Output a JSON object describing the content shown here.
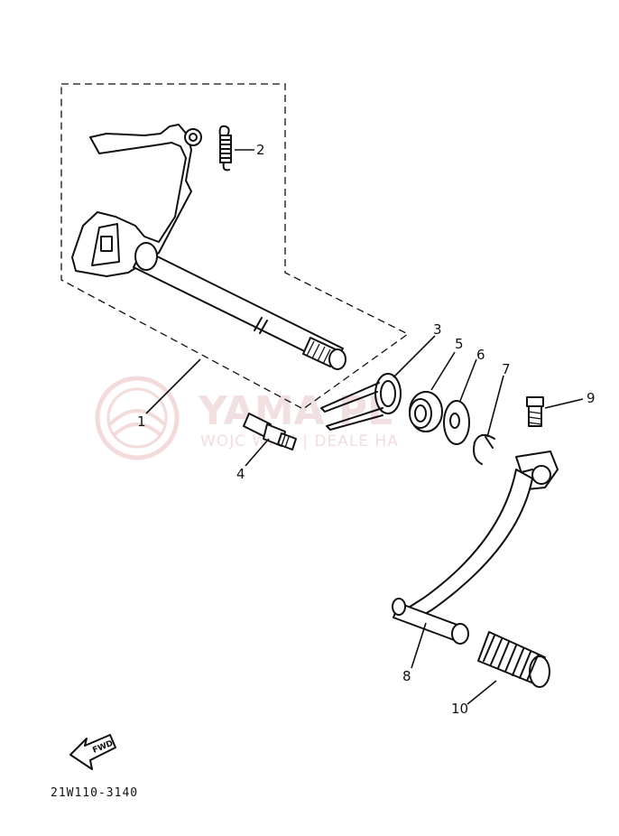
{
  "watermark": {
    "brand": "YAMA  PL",
    "tagline": "WOJC       WICZ | DEALE      HA"
  },
  "parts": [
    {
      "number": "1"
    },
    {
      "number": "2"
    },
    {
      "number": "3"
    },
    {
      "number": "4"
    },
    {
      "number": "5"
    },
    {
      "number": "6"
    },
    {
      "number": "7"
    },
    {
      "number": "8"
    },
    {
      "number": "9"
    },
    {
      "number": "10"
    }
  ],
  "fwd_label": "FWD",
  "diagram_code": "21W110-3140"
}
